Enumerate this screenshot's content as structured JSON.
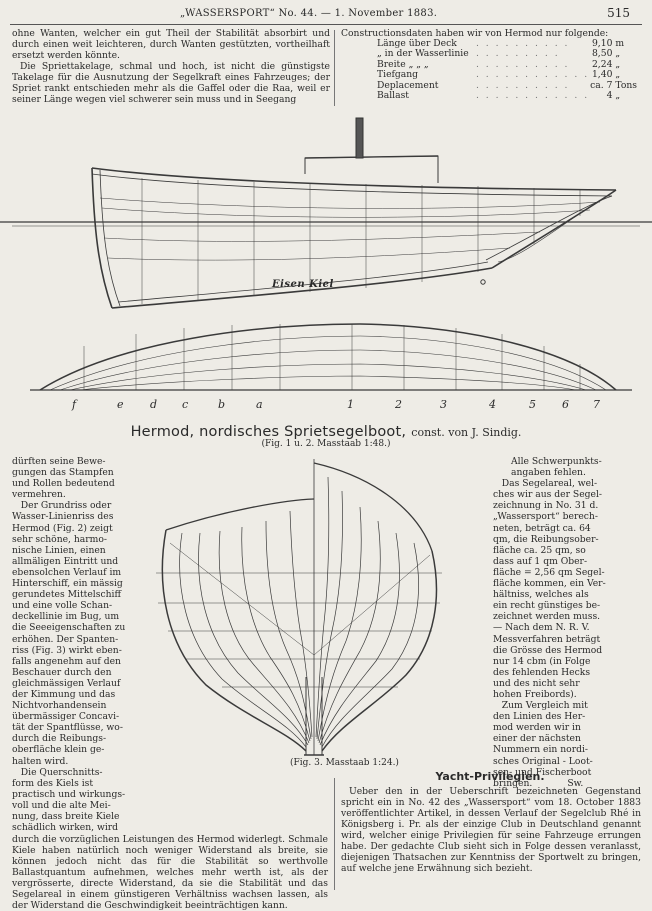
{
  "header": {
    "center": "„WASSERSPORT“ No. 44. — 1. November 1883.",
    "page": "515"
  },
  "top_left": {
    "paragraphs": [
      "ohne Wanten, welcher ein gut Theil der Stabilität absorbirt und durch einen weit leichteren, durch Wanten gestützten, vortheilhaft ersetzt werden könnte.",
      "Die Spriettakelage, schmal und hoch, ist nicht die günstigste Takelage für die Ausnutzung der Segelkraft eines Fahrzeuges; der Spriet rankt entschieden mehr als die Gaffel oder die Raa, weil er seiner Länge wegen viel schwerer sein muss und in Seegang"
    ]
  },
  "specs": {
    "intro": "Constructionsdaten haben wir von Hermod nur folgende:",
    "rows": [
      {
        "label": "Länge über Deck",
        "dots": ". . . . . . . . . .",
        "value": "9,10",
        "unit": "m"
      },
      {
        "label": "„ in der Wasserlinie",
        "dots": ". . . . . . . . .",
        "value": "8,50",
        "unit": "„"
      },
      {
        "label": "Breite „ „ „",
        "dots": ". . . . . . . . . .",
        "value": "2,24",
        "unit": "„"
      },
      {
        "label": "Tiefgang",
        "dots": ". . . . . . . . . . . .",
        "value": "1,40",
        "unit": "„"
      },
      {
        "label": "Deplacement",
        "dots": ". . . . . . . . . .",
        "value": "ca. 7",
        "unit": "Tons"
      },
      {
        "label": "Ballast",
        "dots": ". . . . . . . . . . . .",
        "value": "4",
        "unit": "„"
      }
    ]
  },
  "figure1": {
    "keel_label": "Eisen Kiel"
  },
  "figure2": {
    "stations_left": [
      "f",
      "e",
      "d",
      "c",
      "b",
      "a"
    ],
    "stations_right": [
      "1",
      "2",
      "3",
      "4",
      "5",
      "6",
      "7"
    ]
  },
  "title": {
    "main": "Hermod, nordisches Sprietsegelboot,",
    "by": "const. von J. Sindig.",
    "scale": "(Fig. 1 u. 2.  Masstaab 1:48.)"
  },
  "figure3": {
    "caption": "(Fig. 3.   Masstaab 1:24.)"
  },
  "left_narrow": {
    "lines": [
      "dürften seine Bewe-",
      "gungen das Stampfen",
      "und Rollen bedeutend",
      "vermehren.",
      "   Der Grundriss oder",
      "Wasser-Linienriss des",
      "Hermod (Fig. 2) zeigt",
      "sehr schöne, harmo-",
      "nische Linien, einen",
      "allmäligen Eintritt und",
      "ebensolchen Verlauf im",
      "Hinterschiff, ein mässig",
      "gerundetes Mittelschiff",
      "und eine volle Schan-",
      "deckellinie im Bug, um",
      "die Seeeigenschaften zu",
      "erhöhen. Der Spanten-",
      "riss (Fig. 3) wirkt eben-",
      "falls angenehm auf den",
      "Beschauer durch den",
      "gleichmässigen Verlauf",
      "der Kimmung und das",
      "Nichtvorhandensein",
      "übermässiger Concavi-",
      "tät der Spantflüsse, wo-",
      "durch die Reibungs-",
      "oberfläche klein ge-",
      "halten wird.",
      "   Die Querschnitts-",
      "form des Kiels ist",
      "practisch und wirkungs-",
      "voll und die alte Mei-",
      "nung, dass breite Kiele",
      "schädlich wirken, wird"
    ]
  },
  "bottom_left": {
    "text": "durch die vorzüglichen Leistungen des Hermod widerlegt. Schmale Kiele haben natürlich noch weniger Widerstand als breite, sie können jedoch nicht das für die Stabilität so werthvolle Ballastquantum aufnehmen, welches mehr werth ist, als der vergrösserte, directe Widerstand, da sie die Stabilität und das Segelareal in einem günstigeren Verhältniss wachsen lassen, als der Widerstand die Geschwindigkeit beeinträchtigen kann."
  },
  "right_narrow": {
    "lines": [
      "Alle Schwerpunkts-",
      "angaben fehlen.",
      "   Das Segelareal, wel-",
      "ches wir aus der Segel-",
      "zeichnung in No. 31 d.",
      "„Wassersport“ berech-",
      "neten, beträgt ca. 64",
      "qm, die Reibungsober-",
      "fläche ca. 25 qm, so",
      "dass auf 1 qm Ober-",
      "fläche = 2,56 qm Segel-",
      "fläche kommen, ein Ver-",
      "hältniss, welches als",
      "ein recht günstiges be-",
      "zeichnet werden muss.",
      "— Nach dem N. R. V.",
      "Messverfahren beträgt",
      "die Grösse des Hermod",
      "nur 14 cbm (in Folge",
      "des fehlenden Hecks",
      "und des nicht sehr",
      "hohen Freibords).",
      "   Zum Vergleich mit",
      "den Linien des Her-",
      "mod werden wir in",
      "einer der nächsten",
      "Nummern ein nordi-",
      "sches Original - Loot-",
      "sen- und Fischerboot",
      "bringen.            Sw."
    ]
  },
  "yacht": {
    "title": "Yacht-Privilegien.",
    "text": "Ueber den in der Ueberschrift bezeichneten Gegenstand spricht ein in No. 42 des „Wassersport“ vom 18. October 1883 veröffentlichter Artikel, in dessen Verlauf der Segelclub Rhé in Königsberg i. Pr. als der einzige Club in Deutschland genannt wird, welcher einige Privilegien für seine Fahrzeuge errungen habe. Der gedachte Club sieht sich in Folge dessen veranlasst, diejenigen Thatsachen zur Kenntniss der Sportwelt zu bringen, auf welche jene Erwähnung sich bezieht."
  },
  "colors": {
    "paper": "#eeece6",
    "ink": "#2a2a2a"
  }
}
